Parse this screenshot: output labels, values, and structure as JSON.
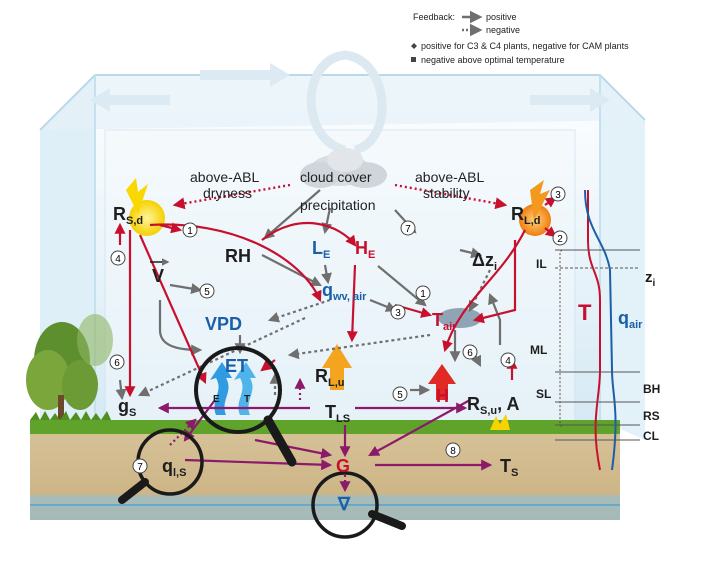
{
  "legend": {
    "feedback_label": "Feedback:",
    "positive": "positive",
    "negative": "negative",
    "note_diamond": "positive for C3 & C4 plants, negative for CAM plants",
    "note_square": "negative above optimal temperature"
  },
  "nodes": {
    "above_abl_dryness_1": "above-ABL",
    "above_abl_dryness_2": "dryness",
    "cloud_cover": "cloud cover",
    "precipitation": "precipitation",
    "above_abl_stability_1": "above-ABL",
    "above_abl_stability_2": "stability",
    "rsd_main": "R",
    "rsd_sub": "S,d",
    "rld_main": "R",
    "rld_sub": "L,d",
    "rh": "RH",
    "le_main": "L",
    "le_sub": "E",
    "he_main": "H",
    "he_sub": "E",
    "dz_main": "Δz",
    "dz_sub": "i",
    "v": "V",
    "q_main": "q",
    "q_sub": "wv, air",
    "vpd": "VPD",
    "tair_main": "T",
    "tair_sub": "air",
    "et": "ET",
    "et_e": "E",
    "et_t": "T",
    "rlu_main": "R",
    "rlu_sub": "L,u",
    "h": "H",
    "rsu_main": "R",
    "rsu_sub": "S,u",
    "a": ", A",
    "gs_main": "g",
    "gs_sub": "S",
    "tls_main": "T",
    "tls_sub": "LS",
    "qls_main": "q",
    "qls_sub": "l,S",
    "g": "G",
    "ts_main": "T",
    "ts_sub": "S",
    "nabla": "∇"
  },
  "numbers": [
    "1",
    "2",
    "3",
    "4",
    "5",
    "6",
    "7",
    "8"
  ],
  "profile": {
    "t_label": "T",
    "q_main": "q",
    "q_sub": "air",
    "zi_main": "z",
    "zi_sub": "i"
  },
  "layers": {
    "il": "IL",
    "ml": "ML",
    "sl": "SL",
    "bh": "BH",
    "rs": "RS",
    "cl": "CL"
  },
  "colors": {
    "positive": "#6f6f6f",
    "negative": "#c8102e",
    "soil_link": "#8b1a6b",
    "text_dark": "#1e1e1e",
    "text_blue": "#1a5fa8",
    "text_red": "#c8102e"
  }
}
